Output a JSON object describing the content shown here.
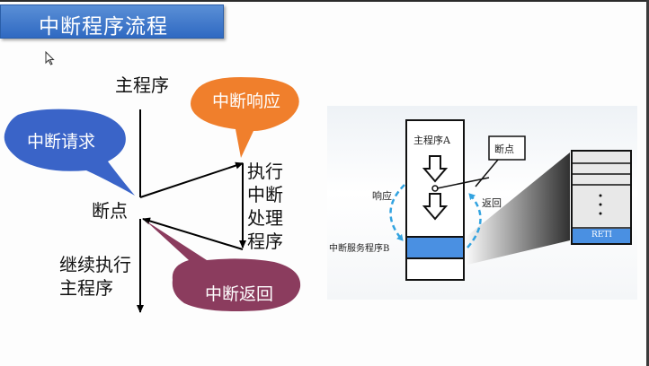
{
  "title": "中断程序流程",
  "left_diagram": {
    "main_program": "主程序",
    "interrupt_request": "中断请求",
    "interrupt_response": "中断响应",
    "breakpoint": "断点",
    "execute_handler": "执行\n中断\n处理\n程序",
    "continue_main": "继续执行\n主程序",
    "interrupt_return": "中断返回",
    "colors": {
      "request_bubble": "#3a64c8",
      "response_bubble": "#f07f2c",
      "return_bubble": "#8b3c5e"
    }
  },
  "right_diagram": {
    "main_program_a": "主程序A",
    "breakpoint": "断点",
    "response": "响应",
    "return": "返回",
    "isr_b": "中断服务程序B",
    "ret": "RETI",
    "colors": {
      "isr_fill": "#4a90e2",
      "arrow_dashed": "#32a3e0"
    }
  }
}
